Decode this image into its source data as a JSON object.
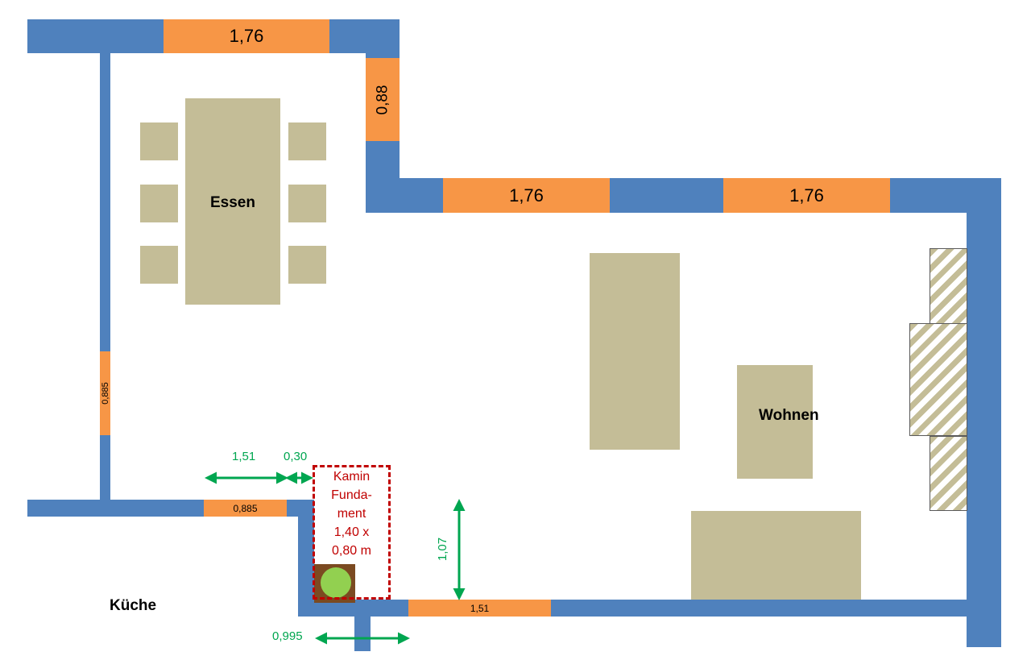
{
  "rooms": {
    "essen": "Essen",
    "wohnen": "Wohnen",
    "kueche": "Küche"
  },
  "windows": {
    "top_left": "1,76",
    "step_vertical": "0,88",
    "middle_left": "1,76",
    "middle_right": "1,76",
    "left_wall": "0,885",
    "kitchen_wall": "0,885",
    "bottom": "1,51"
  },
  "dimensions": {
    "width_151": "1,51",
    "width_030": "0,30",
    "height_107": "1,07",
    "width_0995": "0,995"
  },
  "fireplace": {
    "line1": "Kamin",
    "line2": "Funda-",
    "line3": "ment",
    "line4": "1,40 x",
    "line5": "0,80 m"
  },
  "colors": {
    "wall": "#4f81bd",
    "window": "#f79646",
    "furniture": "#c4bd97",
    "dimension": "#00a650",
    "fireplace": "#c00000"
  }
}
